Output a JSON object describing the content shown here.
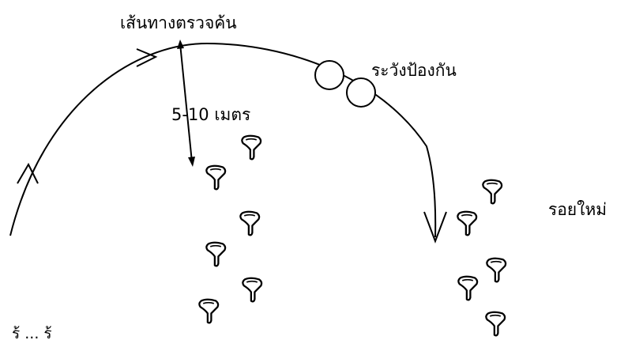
{
  "diagram": {
    "labels": {
      "route": "เส้นทางตรวจค้น",
      "guard": "ระวังป้องกัน",
      "distance": "5-10 เมตร",
      "new_tracks": "รอยใหม่",
      "bottom_left": "ร้ ... ร้"
    },
    "colors": {
      "stroke": "#000000",
      "background": "#ffffff"
    },
    "icons": {
      "footprint": "footprint-icon",
      "guard": "circle-icon",
      "direction": "arrow-icon"
    }
  }
}
